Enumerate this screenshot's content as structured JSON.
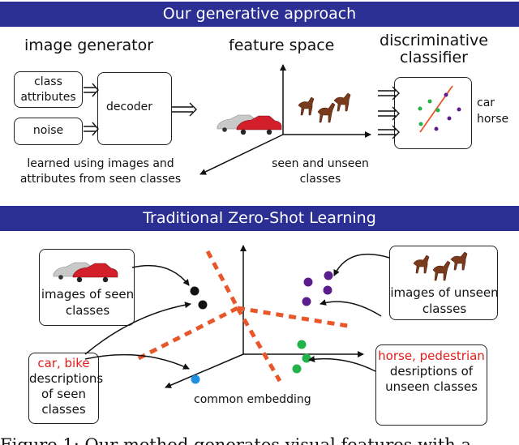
{
  "top": {
    "banner": "Our generative approach",
    "generator_title": "image generator",
    "class_attributes": "class attributes",
    "noise": "noise",
    "decoder": "decoder",
    "feature_space": "feature space",
    "classifier_title": "discriminative classifier",
    "label_car": "car",
    "label_horse": "horse",
    "learned_note": "learned using images and attributes from seen classes",
    "seen_unseen": "seen and unseen classes"
  },
  "bottom": {
    "banner": "Traditional Zero-Shot Learning",
    "images_seen": "images of seen classes",
    "images_unseen": "images of unseen classes",
    "seen_words": "car, bike",
    "seen_desc": "descriptions of seen classes",
    "unseen_words": "horse, pedestrian",
    "unseen_desc": "desriptions of unseen classes",
    "embedding": "common embedding"
  },
  "caption": "Figure 1: Our method generates visual features with a",
  "colors": {
    "banner": "#2b2f93",
    "red_dash": "#e8562a",
    "green": "#22b24a",
    "purple": "#5a1e8c",
    "blue": "#1f8fe0",
    "red_text": "#e31b1b"
  }
}
